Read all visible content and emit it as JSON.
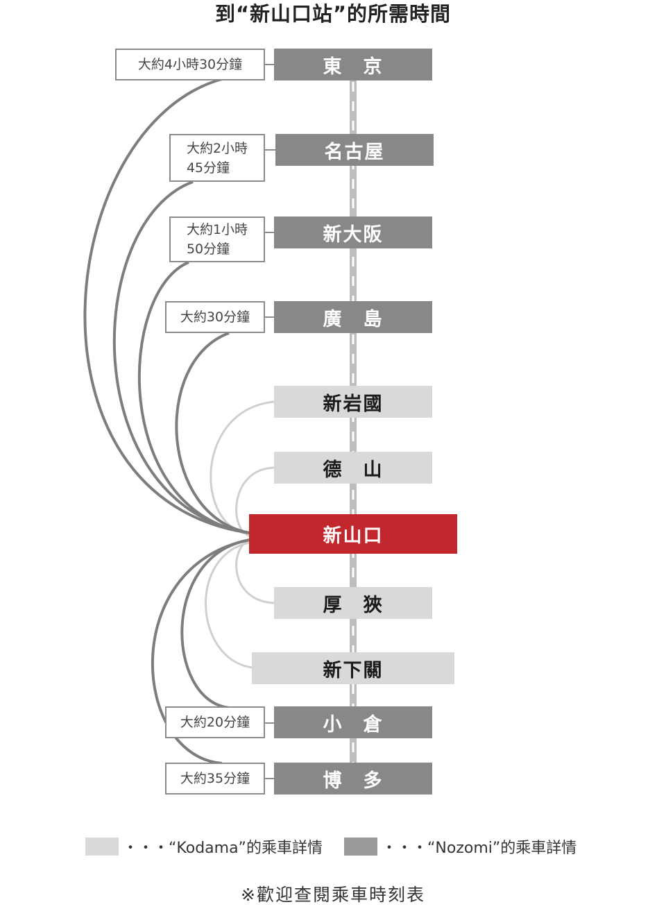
{
  "title": "到“新山口站”的所需時間",
  "stations": {
    "tokyo": "東　京",
    "nagoya": "名古屋",
    "shin_osaka": "新大阪",
    "hiroshima": "廣　島",
    "shin_iwakuni": "新岩國",
    "tokuyama": "德　山",
    "shin_yamaguchi": "新山口",
    "asa": "厚　狹",
    "shin_shimonoseki": "新下關",
    "kokura": "小　倉",
    "hakata": "博　多"
  },
  "times": {
    "tokyo": "大約4小時30分鐘",
    "nagoya": "大約2小時\n45分鐘",
    "shin_osaka": "大約1小時\n50分鐘",
    "hiroshima": "大約30分鐘",
    "kokura": "大約20分鐘",
    "hakata": "大約35分鐘"
  },
  "legend": {
    "kodama": "・・・“Kodama”的乘車詳情",
    "nozomi": "・・・“Nozomi”的乘車詳情"
  },
  "note": "※歡迎查閱乘車時刻表",
  "colors": {
    "nozomi": "#888888",
    "kodama": "#d9d9d9",
    "current": "#c1272d",
    "dark_line": "#7d7d7d",
    "light_line": "#cfcfcf"
  }
}
